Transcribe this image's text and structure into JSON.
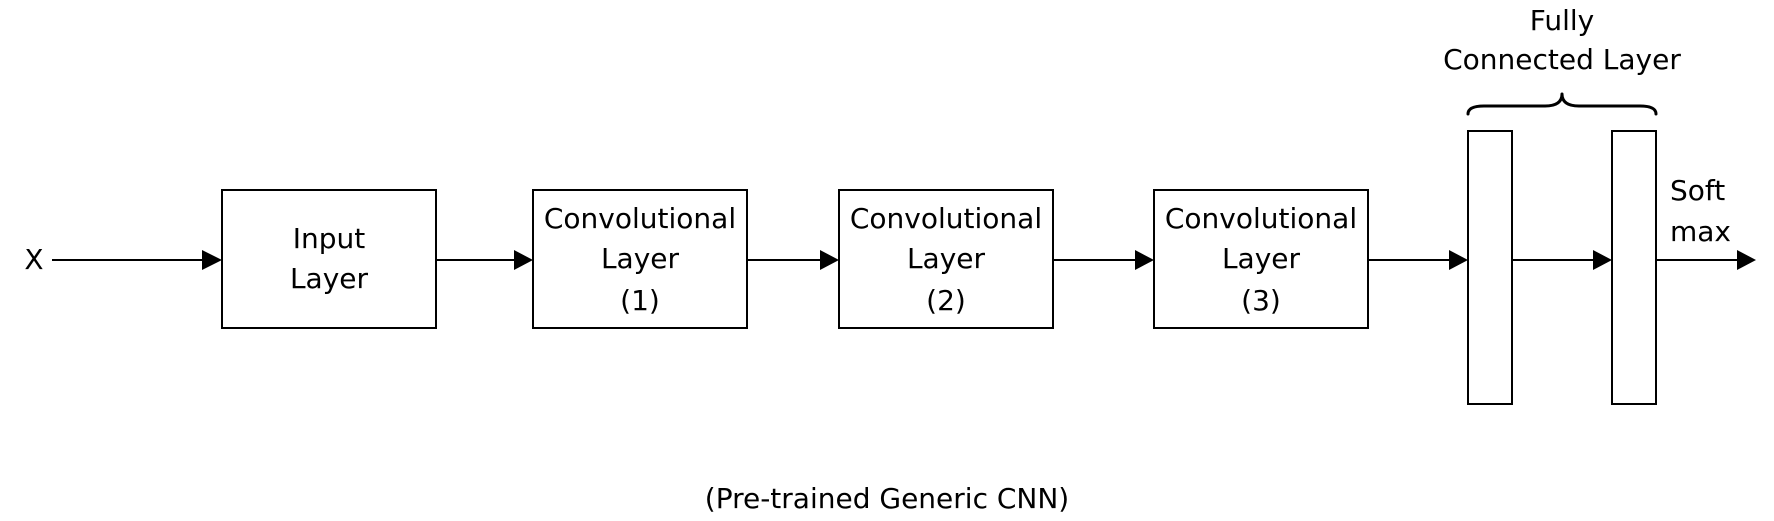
{
  "diagram": {
    "input_symbol": "X",
    "input_layer": {
      "line1": "Input",
      "line2": "Layer"
    },
    "conv_layers": [
      {
        "line1": "Convolutional",
        "line2": "Layer",
        "line3": "(1)"
      },
      {
        "line1": "Convolutional",
        "line2": "Layer",
        "line3": "(2)"
      },
      {
        "line1": "Convolutional",
        "line2": "Layer",
        "line3": "(3)"
      }
    ],
    "fully_connected": {
      "line1": "Fully",
      "line2": "Connected Layer"
    },
    "softmax": {
      "line1": "Soft",
      "line2": "max"
    },
    "caption": "(Pre-trained Generic CNN)"
  }
}
